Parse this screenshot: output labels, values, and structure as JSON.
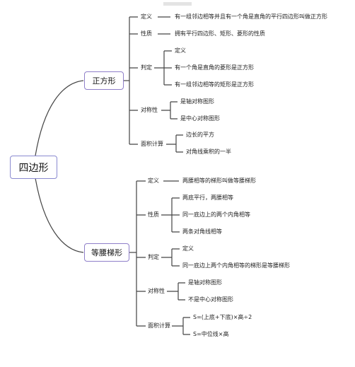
{
  "root": {
    "label": "四边形"
  },
  "branch1": {
    "label": "正方形",
    "definition": {
      "label": "定义",
      "text": "有一组邻边相等并且有一个角是直角的平行四边形叫做正方形"
    },
    "property": {
      "label": "性质",
      "text": "拥有平行四边形、矩形、菱形的性质"
    },
    "judgment": {
      "label": "判定",
      "items": [
        "定义",
        "有一个角是直角的菱形是正方形",
        "有一组邻边相等的矩形是正方形"
      ]
    },
    "symmetry": {
      "label": "对称性",
      "items": [
        "是轴对称图形",
        "是中心对称图形"
      ]
    },
    "area": {
      "label": "面积计算",
      "items": [
        "边长的平方",
        "对角线乘积的一半"
      ]
    }
  },
  "branch2": {
    "label": "等腰梯形",
    "definition": {
      "label": "定义",
      "text": "两腰相等的梯形叫做等腰梯形"
    },
    "property": {
      "label": "性质",
      "items": [
        "两底平行，两腰相等",
        "同一底边上的两个内角相等",
        "两条对角线相等"
      ]
    },
    "judgment": {
      "label": "判定",
      "items": [
        "定义",
        "同一底边上两个内角相等的梯形是等腰梯形"
      ]
    },
    "symmetry": {
      "label": "对称性",
      "items": [
        "是轴对称图形",
        "不是中心对称图形"
      ]
    },
    "area": {
      "label": "面积计算",
      "items": [
        "S=(上底+下底)×高÷2",
        "S=中位线×高"
      ]
    }
  },
  "colors": {
    "line": "#444444",
    "box_border": "#8f7fc9"
  }
}
